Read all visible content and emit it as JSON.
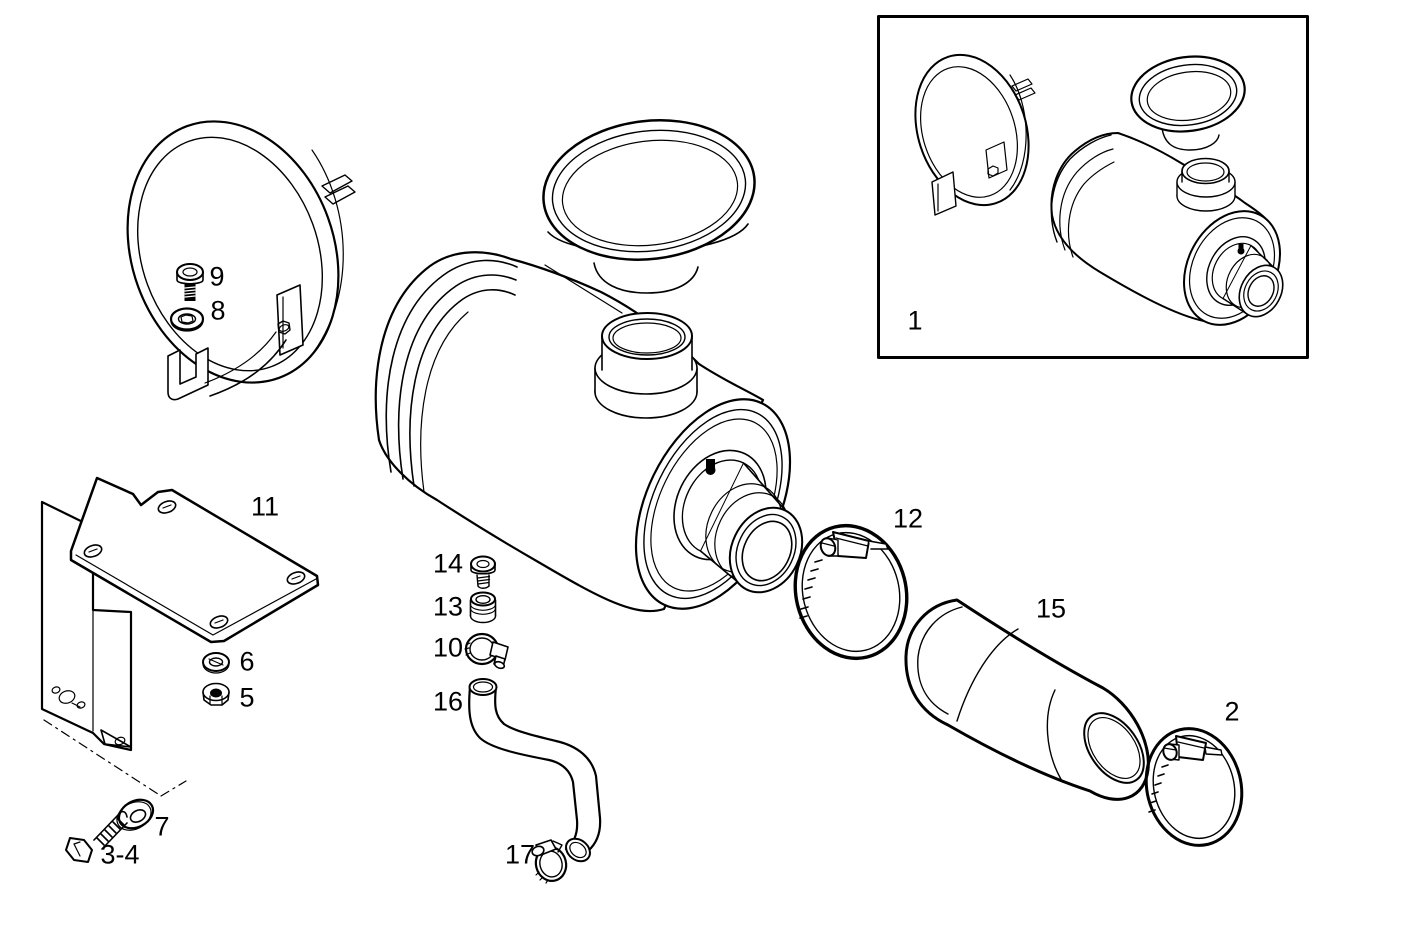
{
  "diagram": {
    "background_color": "#ffffff",
    "line_color": "#000000",
    "callouts": [
      {
        "part": "assembled-air-cleaner-inset",
        "label": "1"
      },
      {
        "part": "hose-clamp-lower",
        "label": "2"
      },
      {
        "part": "hex-bolt-with-washer",
        "label": "3-4"
      },
      {
        "part": "hex-nut",
        "label": "5"
      },
      {
        "part": "washer",
        "label": "6"
      },
      {
        "part": "washer-angled",
        "label": "7"
      },
      {
        "part": "band-washer",
        "label": "8"
      },
      {
        "part": "band-bolt",
        "label": "9"
      },
      {
        "part": "drain-clamp",
        "label": "10"
      },
      {
        "part": "mounting-bracket",
        "label": "11"
      },
      {
        "part": "hose-clamp-upper",
        "label": "12"
      },
      {
        "part": "drain-bushing",
        "label": "13"
      },
      {
        "part": "drain-screw",
        "label": "14"
      },
      {
        "part": "rubber-sleeve",
        "label": "15"
      },
      {
        "part": "drain-hose",
        "label": "16"
      },
      {
        "part": "small-hose-clamp",
        "label": "17"
      }
    ]
  }
}
